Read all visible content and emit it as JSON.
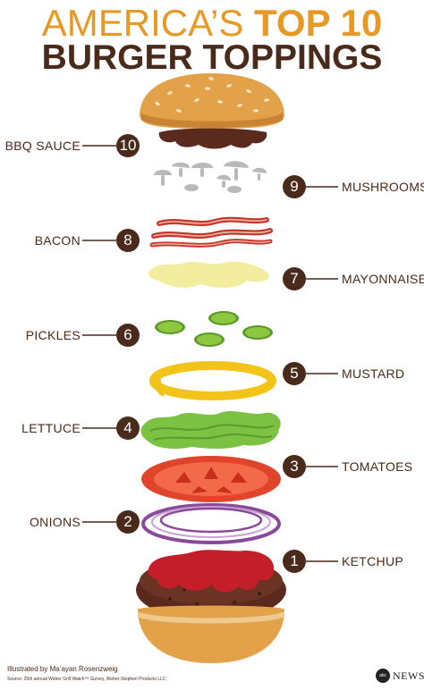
{
  "title": {
    "line1_part1": "AMERICA’S",
    "line1_part2": "TOP 10",
    "line2": "BURGER TOPPINGS"
  },
  "toppings": [
    {
      "rank": "10",
      "label": "BBQ SAUCE"
    },
    {
      "rank": "9",
      "label": "MUSHROOMS"
    },
    {
      "rank": "8",
      "label": "BACON"
    },
    {
      "rank": "7",
      "label": "MAYONNAISE"
    },
    {
      "rank": "6",
      "label": "PICKLES"
    },
    {
      "rank": "5",
      "label": "MUSTARD"
    },
    {
      "rank": "4",
      "label": "LETTUCE"
    },
    {
      "rank": "3",
      "label": "TOMATOES"
    },
    {
      "rank": "2",
      "label": "ONIONS"
    },
    {
      "rank": "1",
      "label": "KETCHUP"
    }
  ],
  "credit": "Illustrated by Ma’ayan Rosenzweig",
  "source": "Source: 25th annual Weber Grill Watch™ Survey, Weber-Stephen Products LLC",
  "logo": {
    "badge": "abc",
    "text": "NEWS"
  },
  "colors": {
    "brown": "#4a2a1a",
    "orange": "#e69a25",
    "bun": "#e3a24a",
    "patty": "#5a2a1e",
    "tomato": "#e0442a",
    "lettuce": "#7cc242",
    "mustard": "#f2c318",
    "mayo": "#f3eda0",
    "ketchup": "#c41e2a",
    "onion": "#8a4a9a",
    "mushroom": "#b9b9b9",
    "bacon": "#c0392b",
    "pickle": "#8dc63f"
  }
}
